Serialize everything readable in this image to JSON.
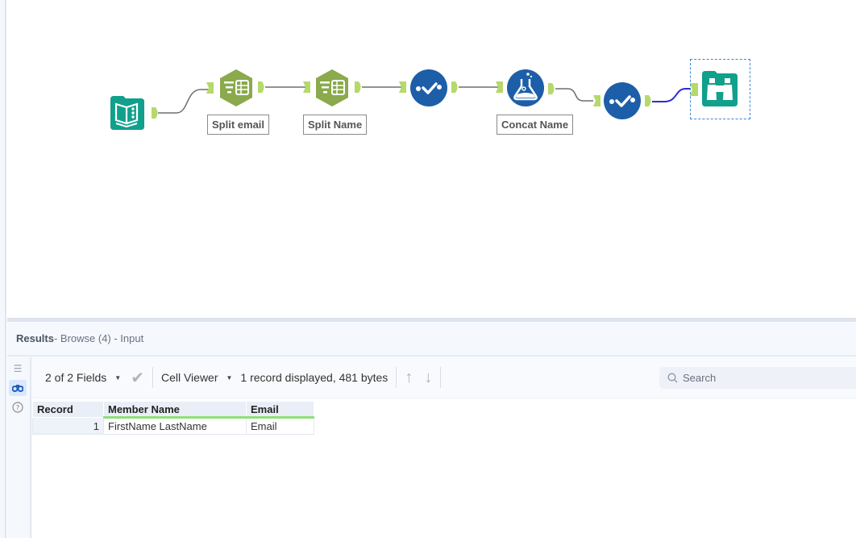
{
  "workflow": {
    "nodes": [
      {
        "id": "input",
        "type": "input-data-tool",
        "label": ""
      },
      {
        "id": "split-email",
        "type": "text-to-columns-tool",
        "label": "Split email"
      },
      {
        "id": "split-name",
        "type": "text-to-columns-tool",
        "label": "Split Name"
      },
      {
        "id": "select-1",
        "type": "select-tool",
        "label": ""
      },
      {
        "id": "concat-name",
        "type": "formula-tool",
        "label": "Concat Name"
      },
      {
        "id": "select-2",
        "type": "select-tool",
        "label": ""
      },
      {
        "id": "browse",
        "type": "browse-tool",
        "label": ""
      }
    ],
    "colors": {
      "input_teal": "#10a08c",
      "parse_green": "#8aaa4c",
      "prep_blue": "#1d5ea8",
      "anchor_green": "#b5d96a",
      "selected_connection": "#2b2bd6",
      "connection": "#6e6e6e"
    }
  },
  "results": {
    "title": "Results",
    "subtitle": " - Browse (4) - Input",
    "side_icons": [
      "list-icon",
      "binoculars-icon",
      "help-icon"
    ],
    "toolbar": {
      "fields_label": "2 of 2 Fields",
      "cell_viewer_label": "Cell Viewer",
      "status": "1 record displayed, 481 bytes",
      "search_placeholder": "Search"
    },
    "table": {
      "headers": [
        "Record",
        "Member Name",
        "Email"
      ],
      "rows": [
        [
          "1",
          "FirstName LastName",
          "Email"
        ]
      ]
    }
  }
}
